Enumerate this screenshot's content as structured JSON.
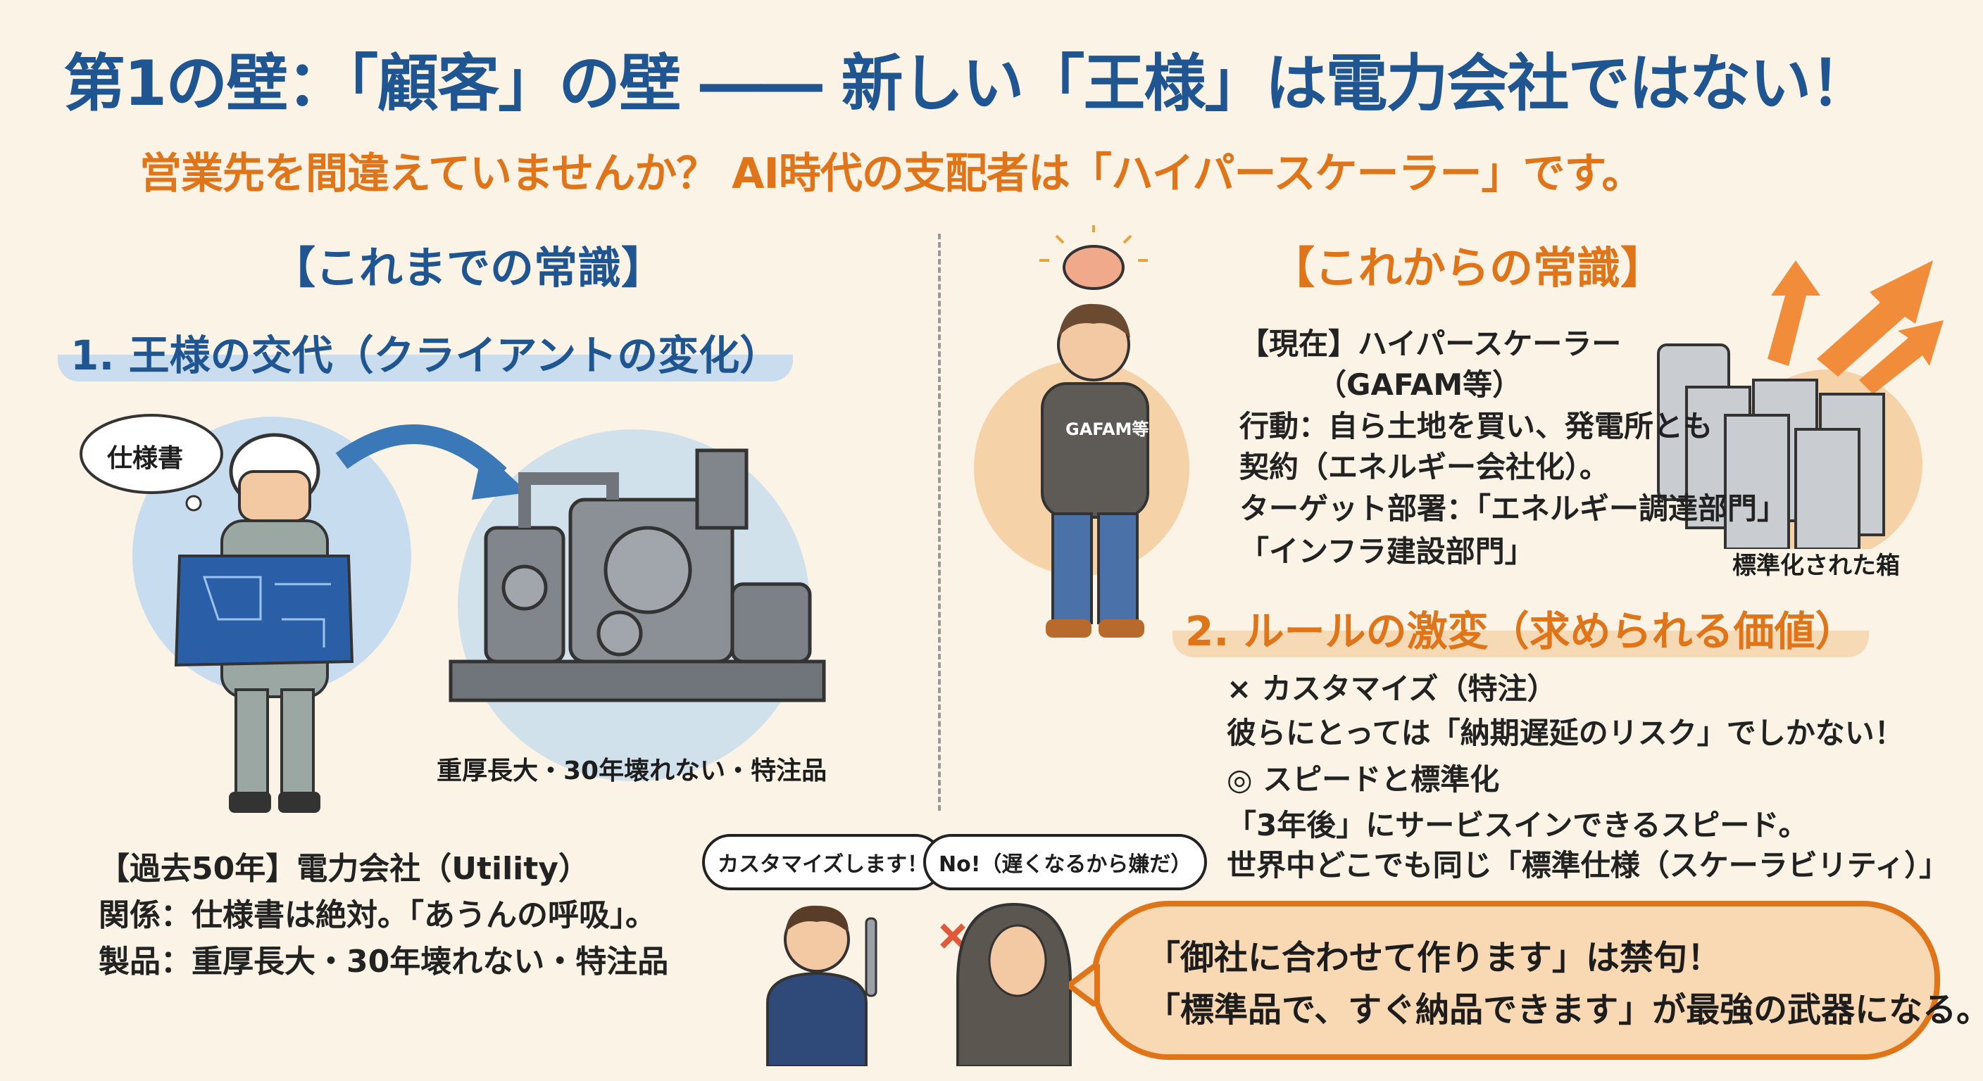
{
  "header": {
    "title": "第1の壁：「顧客」の壁 ―― 新しい「王様」は電力会社ではない！",
    "subtitle": "営業先を間違えていませんか？ AI時代の支配者は「ハイパースケーラー」です。"
  },
  "left": {
    "section_label": "【これまでの常識】",
    "heading": "1. 王様の交代（クライアントの変化）",
    "thought_bubble": "仕様書",
    "machine_caption": "重厚長大・30年壊れない・特注品",
    "lines": [
      "【過去50年】電力会社（Utility）",
      "関係：仕様書は絶対。「あうんの呼吸」。",
      "製品：重厚長大・30年壊れない・特注品"
    ]
  },
  "right": {
    "section_label": "【これからの常識】",
    "hoodie_text": "GAFAM等",
    "lines": [
      "【現在】ハイパースケーラー",
      "（GAFAM等）",
      "行動：自ら土地を買い、発電所とも",
      "契約（エネルギー会社化）。",
      "ターゲット部署：「エネルギー調達部門」",
      "「インフラ建設部門」"
    ],
    "boxes_caption": "標準化された箱",
    "heading": "2. ルールの激変（求められる価値）",
    "rules": [
      "× カスタマイズ（特注）",
      "彼らにとっては「納期遅延のリスク」でしかない！",
      "◎ スピードと標準化",
      "「3年後」にサービスインできるスピード。",
      "世界中どこでも同じ「標準仕様（スケーラビリティ）」"
    ]
  },
  "bottom": {
    "salesman_bubble": "カスタマイズします！",
    "customer_bubble": "No!（遅くなるから嫌だ）",
    "message": [
      "「御社に合わせて作ります」は禁句！",
      "「標準品で、すぐ納品できます」が最強の武器になる。"
    ]
  },
  "colors": {
    "title": "#1f5590",
    "accent": "#e07418",
    "background": "#fbf3e5"
  }
}
